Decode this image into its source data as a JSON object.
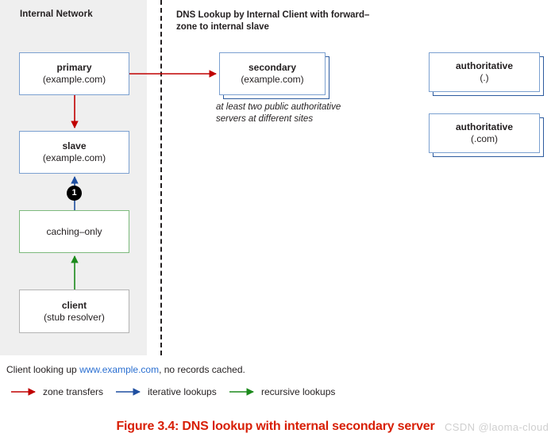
{
  "panels": {
    "internal_network_label": "Internal Network",
    "section_title": "DNS Lookup by Internal Client with forward–zone to internal slave"
  },
  "nodes": {
    "primary": {
      "line1": "primary",
      "line2": "(example.com)"
    },
    "slave": {
      "line1": "slave",
      "line2": "(example.com)"
    },
    "caching_only": {
      "line1": "caching–only",
      "line2": ""
    },
    "client": {
      "line1": "client",
      "line2": "(stub resolver)"
    },
    "secondary": {
      "line1": "secondary",
      "line2": "(example.com)"
    },
    "authoritative_root": {
      "line1": "authoritative",
      "line2": "(.)"
    },
    "authoritative_com": {
      "line1": "authoritative",
      "line2": "(.com)"
    }
  },
  "annotations": {
    "secondary_note": "at least two public authoritative servers at different sites",
    "step_one": "1"
  },
  "lookup": {
    "prefix": "Client looking up ",
    "domain": "www.example.com",
    "suffix": ", no records cached."
  },
  "legend": {
    "items": [
      {
        "label": "zone transfers",
        "color": "#c00000"
      },
      {
        "label": "iterative lookups",
        "color": "#1f4fa0"
      },
      {
        "label": "recursive lookups",
        "color": "#1c8a1c"
      }
    ]
  },
  "caption": "Figure 3.4: DNS lookup with internal secondary server",
  "watermark": "CSDN @laoma-cloud",
  "colors": {
    "panel_background": "#efefef",
    "box_border_blue": "#7ba0d0",
    "box_border_green": "#7cba7c",
    "box_border_gray": "#b3b3b3",
    "shadow_border_blue": "#2d5b9e",
    "zone_transfer_red": "#c00000",
    "iterative_blue": "#1f4fa0",
    "recursive_green": "#1c8a1c",
    "caption_red": "#d81f06",
    "link_blue": "#2a6fd1"
  }
}
